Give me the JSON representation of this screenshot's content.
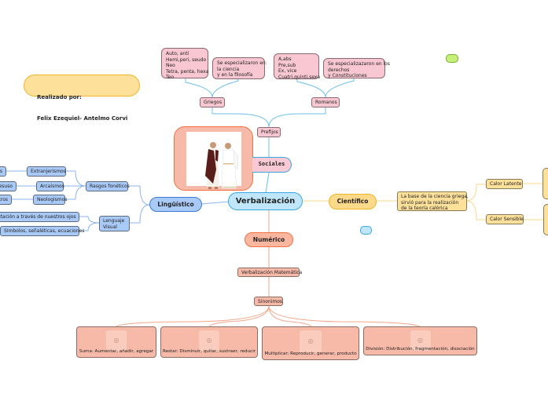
{
  "central": {
    "label": "Verbalización"
  },
  "credit": {
    "line1": "Realizado por:",
    "line2": "Felix Ezequiel- Antelmo Corvi"
  },
  "branches": {
    "sociales": {
      "label": "Sociales",
      "image_alt": "Pareja vestida con togas griegas/romanas",
      "prefijos": "Prefijos",
      "griegos": {
        "label": "Griegos",
        "examples": "Auto, anti\nHemi,peri, seudo\nNeo\nTetra, penta, hexa\nTeo",
        "note": "Se especializaron en:\nla ciencia\ny en la filosofía"
      },
      "romanos": {
        "label": "Romanos",
        "examples": "A,abs\nPre,sub\nEx, vice\nCuatri,quinti,sexa",
        "note": "Se especializazaron en los\nderechos\ny Constituciones"
      }
    },
    "linguistico": {
      "label": "Lingüístico",
      "rasgos": {
        "label": "Rasgos fonéticos",
        "items": [
          {
            "label": "Extranjerismos",
            "leaf": "...as"
          },
          {
            "label": "Arcaísmos",
            "leaf": "...desuso"
          },
          {
            "label": "Neologismos",
            "leaf": "...tros"
          }
        ]
      },
      "visual": {
        "label": "Lenguaje\nVisual",
        "items": [
          "...pretación a través de nuestros ojos",
          "Símbolos, señaléticas, ecuaciones"
        ]
      }
    },
    "cientifico": {
      "label": "Científico",
      "base": "La base de la ciencia griega,\nsirvió para la realización\nde la teoría calórica",
      "items": [
        "Calor Latente",
        "Calor Sensible"
      ]
    },
    "numerico": {
      "label": "Numérico",
      "verbalizacion": "Verbalización Matemática",
      "sinonimos": "Sinonimos",
      "operations": [
        "Suma: Aumentar, añadir, agregar",
        "Restar: Disminuir, quitar, sustraer, reducir",
        "Multiplicar: Reproducir, generar, producto",
        "División: Distribución, fragmentación, disociación"
      ]
    }
  },
  "icons": {
    "image_placeholder": "camera-icon"
  },
  "colors": {
    "sociales_line": "#5bb8e8",
    "linguistico_line": "#8ab4ec",
    "cientifico_line": "#f8d88a",
    "numerico_line": "#f4a488"
  }
}
